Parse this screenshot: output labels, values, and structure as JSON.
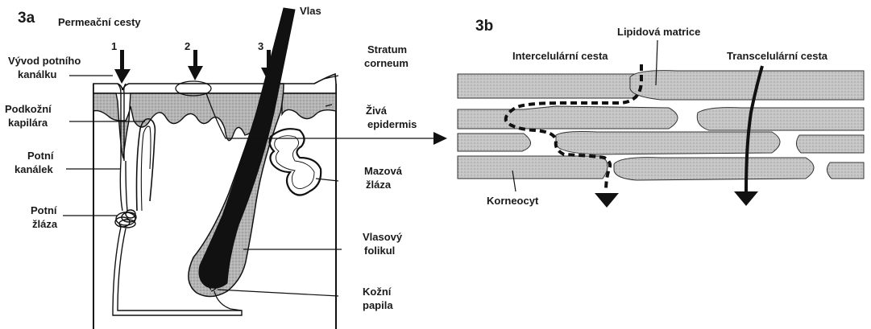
{
  "panel_a": {
    "label": "3a",
    "title": "Permeační cesty",
    "route_numbers": [
      "1",
      "2",
      "3"
    ],
    "labels": {
      "hair": "Vlas",
      "sweat_duct_1": "Vývod potního",
      "sweat_duct_2": "kanálku",
      "capillary_1": "Podkožní",
      "capillary_2": "kapilára",
      "sweat_canal_1": "Potní",
      "sweat_canal_2": "kanálek",
      "sweat_gland_1": "Potní",
      "sweat_gland_2": "žláza",
      "stratum_1": "Stratum",
      "stratum_2": "corneum",
      "epidermis_1": "Živá",
      "epidermis_2": "epidermis",
      "sebaceous_1": "Mazová",
      "sebaceous_2": "žláza",
      "follicle_1": "Vlasový",
      "follicle_2": "folikul",
      "papilla_1": "Kožní",
      "papilla_2": "papila"
    }
  },
  "panel_b": {
    "label": "3b",
    "labels": {
      "lipid_matrix": "Lipidová matrice",
      "intercellular": "Intercelulární cesta",
      "transcellular": "Transcelulární cesta",
      "corneocyte": "Korneocyt"
    }
  },
  "colors": {
    "ink": "#111111",
    "tissue_gray": "#a8a8a8",
    "corneocyte_gray": "#c4c4c4",
    "background": "#ffffff"
  }
}
